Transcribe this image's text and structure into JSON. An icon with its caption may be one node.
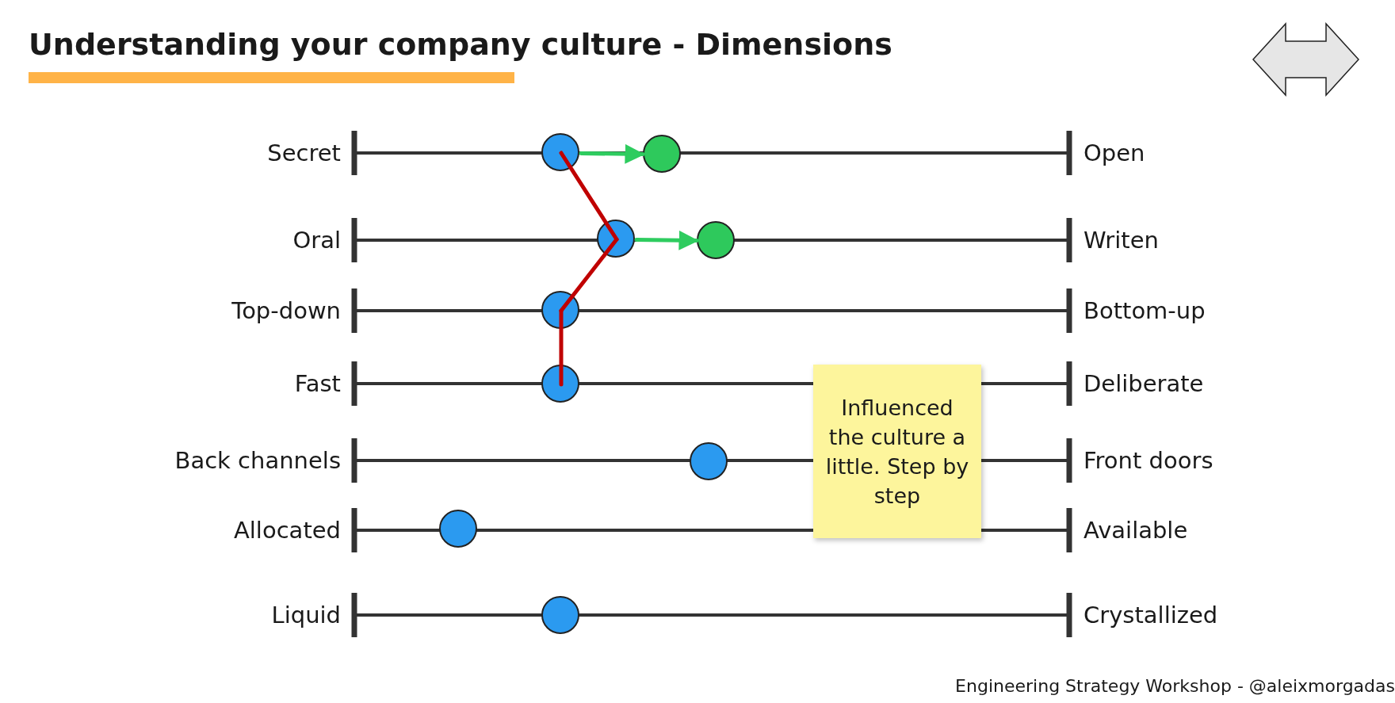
{
  "diagram": {
    "title": "Understanding your company culture - Dimensions",
    "caption": "Engineering Strategy Workshop - @aleixmorgadas",
    "nodes": [
      {
        "text": [],
        "shape": "circle"
      },
      {
        "text": [],
        "shape": "circle"
      },
      {
        "text": [],
        "shape": "circle"
      },
      {
        "text": [],
        "shape": "circle"
      },
      {
        "text": [],
        "shape": "circle"
      },
      {
        "text": [],
        "shape": "circle"
      },
      {
        "text": [],
        "shape": "circle"
      },
      {
        "text": [
          "Influenced the culture a little. Step by step"
        ]
      },
      {
        "text": [],
        "shape": "circle"
      },
      {
        "text": [],
        "shape": "circle"
      }
    ],
    "edges": [
      {
        "from": 0,
        "to": 1,
        "arrow": "to",
        "color": "#2ecc5f"
      },
      {
        "from": 2,
        "to": 3,
        "arrow": "to",
        "color": "#2ecc5f"
      },
      {
        "from": 0,
        "to": 2,
        "arrow": "none",
        "color": "#c00000"
      },
      {
        "from": 2,
        "to": 4,
        "arrow": "none",
        "color": "#c00000"
      },
      {
        "from": 4,
        "to": 5,
        "arrow": "none",
        "color": "#c00000"
      }
    ],
    "labels": [
      "Secret",
      "Open",
      "Oral",
      "Writen",
      "Top-down",
      "Bottom-up",
      "Fast",
      "Deliberate",
      "Back channels",
      "Front doors",
      "Allocated",
      "Available",
      "Liquid",
      "Crystallized"
    ]
  }
}
